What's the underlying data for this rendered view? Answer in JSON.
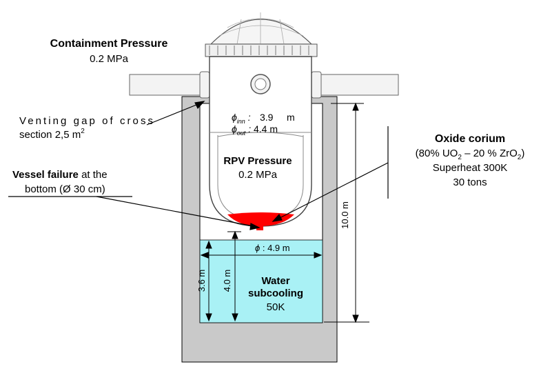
{
  "containment": {
    "title": "Containment Pressure",
    "value": "0.2 MPa"
  },
  "venting": {
    "line1": "Venting gap of cross",
    "line2_prefix": "section 2,5 m",
    "line2_sup": "2"
  },
  "vessel_failure": {
    "bold": "Vessel failure",
    "rest": " at the",
    "line2": "bottom (Ø 30 cm)"
  },
  "diam_inner": {
    "symbol": "ϕ",
    "sub": "inn",
    "sep": " :",
    "value": "3.9",
    "unit": "m"
  },
  "diam_outer": {
    "symbol": "ϕ",
    "sub": "out",
    "sep": " : ",
    "value": "4.4 m"
  },
  "rpv": {
    "title": "RPV Pressure",
    "value": "0.2 MPa"
  },
  "oxide": {
    "title": "Oxide corium",
    "comp_a": "(80% UO",
    "comp_a_sub": "2",
    "comp_b": " – 20 % ZrO",
    "comp_b_sub": "2",
    "comp_c": ")",
    "superheat": "Superheat 300K",
    "mass": "30 tons"
  },
  "pool_diam": {
    "symbol": "ϕ",
    "value": " : 4.9 m"
  },
  "dims": {
    "height_total": "10.0 m",
    "water_depth": "3.6 m",
    "gap_height": "4.0 m"
  },
  "water": {
    "line1": "Water",
    "line2": "subcooling",
    "line3": "50K"
  },
  "colors": {
    "concrete": "#c9c9c9",
    "water": "#a9f1f5",
    "corium": "#ff0000",
    "vessel": "#ffffff",
    "outline": "#000000"
  }
}
